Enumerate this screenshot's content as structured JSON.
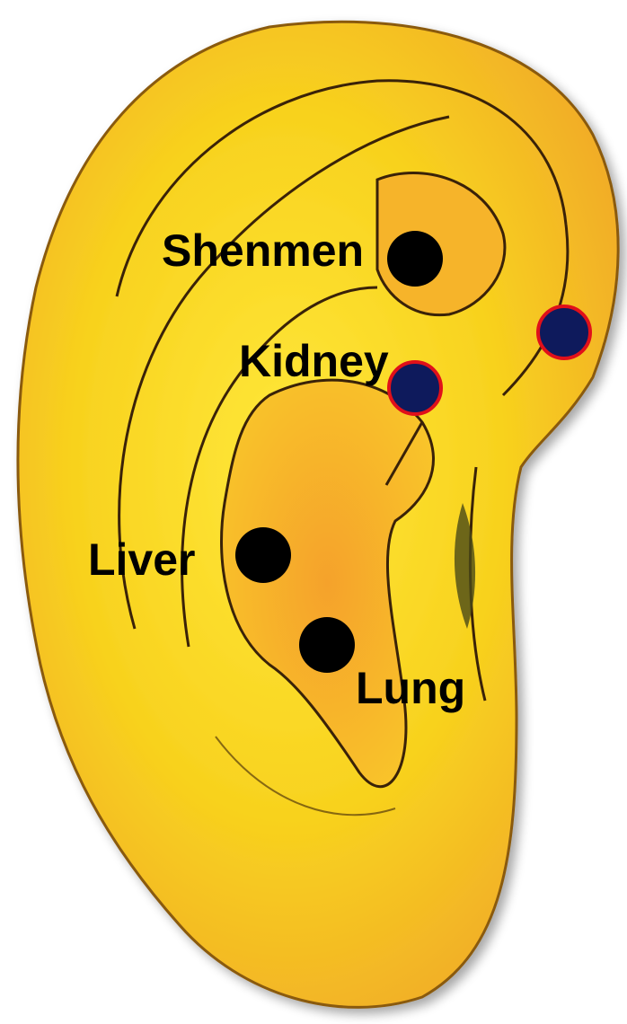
{
  "points": {
    "shenmen": "Shenmen",
    "kidney": "Kidney",
    "liver": "Liver",
    "lung": "Lung"
  },
  "colors": {
    "ear_base": "#f6d21a",
    "ear_light": "#ffef3a",
    "ear_shadow": "#e8922a",
    "black_point": "#000000",
    "blue_point_fill": "#0e1a5c",
    "blue_point_ring": "#e0101a"
  }
}
